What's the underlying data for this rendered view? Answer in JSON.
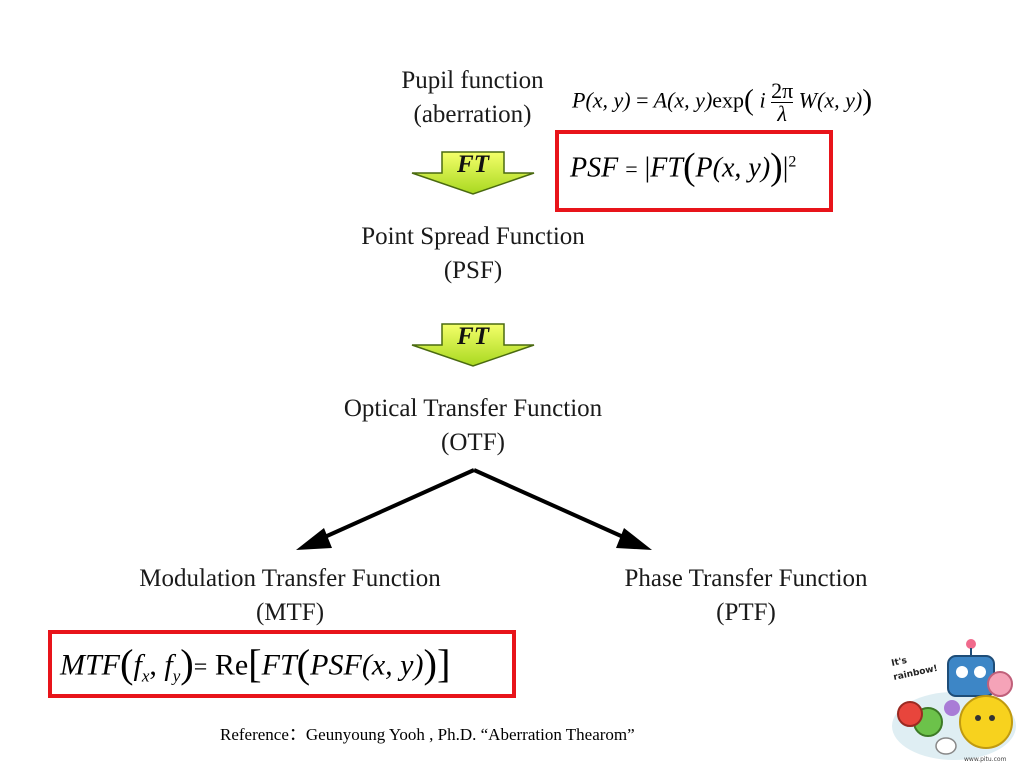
{
  "nodes": {
    "pupil": {
      "line1": "Pupil function",
      "line2": "(aberration)"
    },
    "psf": {
      "line1": "Point Spread Function",
      "line2": "(PSF)"
    },
    "otf": {
      "line1": "Optical Transfer Function",
      "line2": "(OTF)"
    },
    "mtf": {
      "line1": "Modulation Transfer Function",
      "line2": "(MTF)"
    },
    "ptf": {
      "line1": "Phase Transfer Function",
      "line2": "(PTF)"
    }
  },
  "arrows": {
    "ft1": "FT",
    "ft2": "FT"
  },
  "equations": {
    "pupil": {
      "lhs": "P(x, y)",
      "eq": "=",
      "amp": "A(x, y)",
      "exp": "exp",
      "i": "i",
      "num": "2π",
      "den": "λ",
      "w": "W(x, y)"
    },
    "psf": {
      "lhs": "PSF",
      "eq": "=",
      "ft": "FT",
      "arg": "P(x, y)",
      "power": "2"
    },
    "mtf": {
      "lhs": "MTF",
      "fx": "f",
      "fxsub": "x",
      "fy": "f",
      "fysub": "y",
      "eq": "=",
      "re": "Re",
      "ft": "FT",
      "psf": "PSF",
      "arg": "(x, y)"
    }
  },
  "reference": "Reference：Geunyoung Yooh , Ph.D. “Aberration  Thearom”",
  "sticker": {
    "text1": "It's",
    "text2": "rainbow!",
    "url": "www.pitu.com"
  },
  "colors": {
    "box_border": "#e8141a",
    "arrow_top": "#f4ff6a",
    "arrow_bottom": "#a8d820"
  }
}
